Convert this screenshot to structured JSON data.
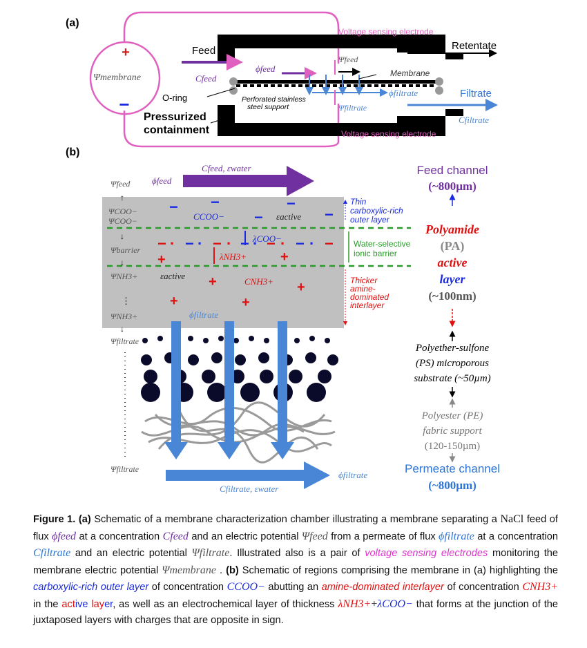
{
  "panel_a": {
    "label": "(a)",
    "feed": "Feed",
    "retentate": "Retentate",
    "filtrate": "Filtrate",
    "membrane": "Membrane",
    "oring": "O-ring",
    "support": "Perforated stainless",
    "support2": "steel support",
    "pressurized1": "Pressurized",
    "pressurized2": "containment",
    "vse_top": "Voltage sensing electrode",
    "vse_bottom": "Voltage sensing electrode",
    "psi_membrane": "Ψmembrane",
    "c_feed": "Cfeed",
    "phi_feed": "ϕfeed",
    "psi_feed": "Ψfeed",
    "psi_filtrate": "Ψfiltrate",
    "phi_filtrate": "ϕfiltrate",
    "c_filtrate": "Cfiltrate",
    "plus": "+",
    "minus": "−"
  },
  "panel_b": {
    "label": "(b)",
    "c_feed_eps": "Cfeed, εwater",
    "phi_feed": "ϕfeed",
    "psi_feed": "Ψfeed",
    "psi_coo1": "ΨCOO−",
    "psi_coo2": "ΨCOO−",
    "psi_barrier": "Ψbarrier",
    "psi_nh3_1": "ΨNH3+",
    "psi_nh3_2": "ΨNH3+",
    "psi_filtrate1": "Ψfiltrate",
    "psi_filtrate2": "Ψfiltrate",
    "c_coo": "CCOO−",
    "eps_active1": "εactive",
    "eps_active2": "εactive",
    "lambda_coo": "λCOO−",
    "lambda_nh3": "λNH3+",
    "c_nh3": "CNH3+",
    "phi_filtrate1": "ϕfiltrate",
    "phi_filtrate2": "ϕfiltrate",
    "c_filt_eps": "Cfiltrate, εwater",
    "thin1": "Thin",
    "thin2": "carboxylic-rich",
    "thin3": "outer layer",
    "water1": "Water-selective",
    "water2": "ionic barrier",
    "thick1": "Thicker",
    "thick2": "amine-",
    "thick3": "dominated",
    "thick4": "interlayer",
    "feed_channel": "Feed channel",
    "feed_channel_size": "(~800µm)",
    "pa_poly": "Polyamide",
    "pa_abbr": "(PA)",
    "pa_active": "active",
    "pa_layer": "layer",
    "pa_size": "(~100nm)",
    "ps1": "Polyether-sulfone",
    "ps2": "(PS) microporous",
    "ps3": "substrate (~50µm)",
    "pe1": "Polyester (PE)",
    "pe2": "fabric support",
    "pe3": "(120-150µm)",
    "permeate_channel": "Permeate channel",
    "permeate_size": "(~800µm)",
    "plus": "+",
    "minus": "−",
    "dots": "⋮"
  },
  "caption": {
    "label": "Figure 1. (a)",
    "t1": "Schematic of a membrane characterization chamber illustrating a membrane separating a",
    "nacl": "NaCl",
    "t2": "feed of flux",
    "phi_feed": "ϕfeed",
    "t3": "at a concentration",
    "c_feed": "Cfeed",
    "t4": "and an electric potential",
    "psi_feed": "Ψfeed",
    "t5": "from a permeate of flux",
    "phi_filtrate": "ϕfiltrate",
    "t6": "at a concentration",
    "c_filtrate": "Cfiltrate",
    "t7": "and an electric potential",
    "psi_filtrate": "Ψfiltrate",
    "t8": ". Illustrated also is a pair of",
    "vse": "voltage sensing electrodes",
    "t9": "monitoring the membrane electric potential",
    "psi_membrane": "Ψmembrane",
    "t10": ".",
    "label_b": "(b)",
    "t11": "Schematic of regions comprising the membrane in (a) highlighting the",
    "carboxylic": "carboxylic-rich outer layer",
    "t12": "of concentration",
    "c_coo": "CCOO−",
    "t13": "abutting an",
    "amine": "amine-dominated interlayer",
    "t14": "of concentration",
    "c_nh3": "CNH3+",
    "t15": "in the",
    "act": "act",
    "ive": "ive",
    "lay": "lay",
    "er": "er",
    "t16": ", as well as an electrochemical layer of thickness",
    "lambda_nh3": "λNH3+",
    "plus": "+",
    "lambda_coo": "λCOO−",
    "t17": "that forms at the junction of the juxtaposed layers with charges that are opposite in sign."
  }
}
